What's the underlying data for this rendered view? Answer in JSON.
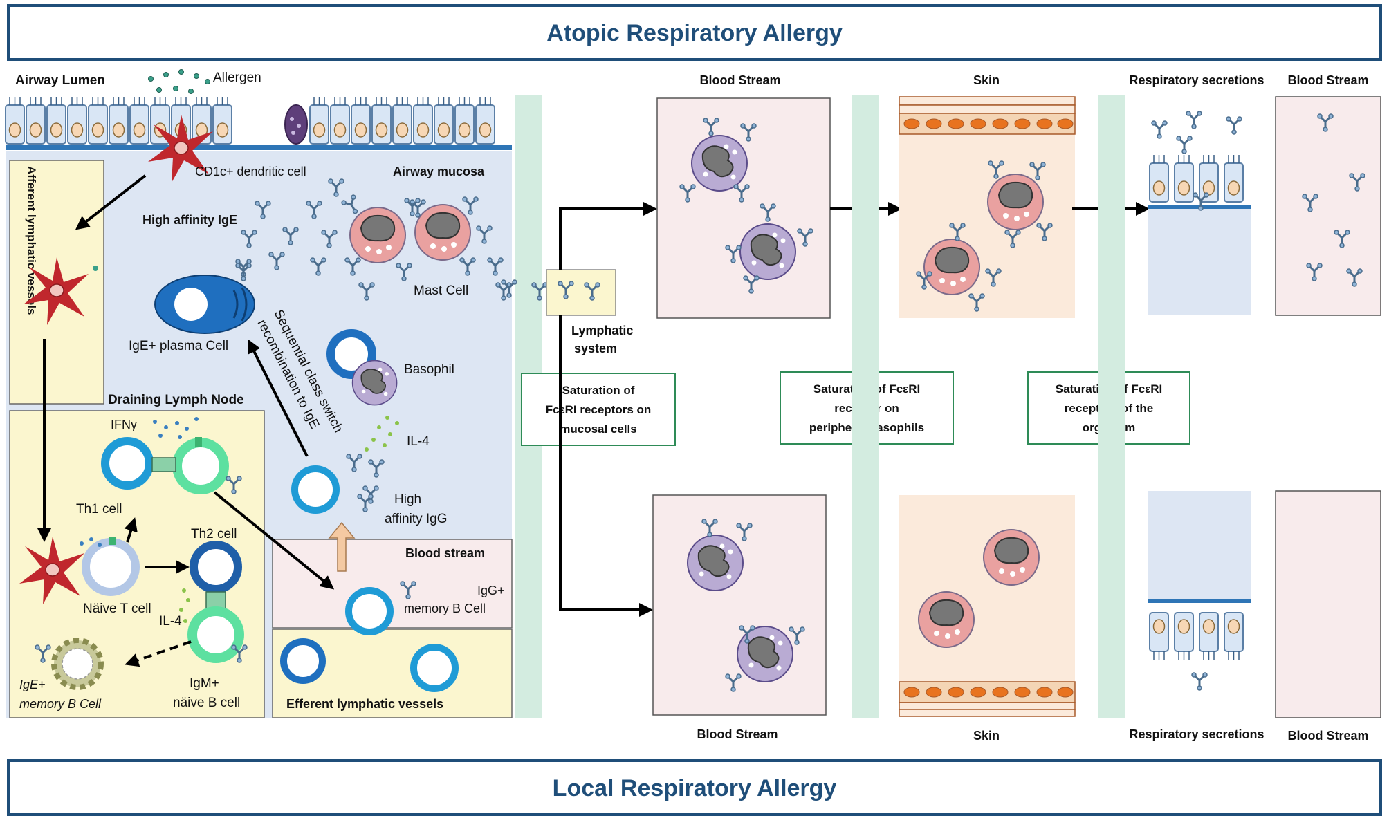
{
  "banners": {
    "top": "Atopic Respiratory Allergy",
    "bottom": "Local Respiratory Allergy"
  },
  "mucosa": {
    "airway_lumen": "Airway Lumen",
    "allergen": "Allergen",
    "dendritic_cell": "CD1c+ dendritic cell",
    "airway_mucosa": "Airway mucosa",
    "high_affinity_ige": "High affinity IgE",
    "mast_cell": "Mast Cell",
    "plasma_cell": "IgE+ plasma Cell",
    "class_switch_line1": "Sequential class switch",
    "class_switch_line2": "recombination to IgE",
    "basophil": "Basophil",
    "il4_top": "IL-4",
    "high_affinity_igg_line1": "High",
    "high_affinity_igg_line2": "affinity IgG",
    "afferent": "Afferent lymphatic vessels",
    "blood_stream": "Blood stream",
    "igg_memory_line1": "IgG+",
    "igg_memory_line2": "memory B Cell",
    "efferent": "Efferent lymphatic vessels"
  },
  "lymph_node": {
    "title": "Draining Lymph Node",
    "ifn": "IFNγ",
    "th1": "Th1 cell",
    "th2": "Th2 cell",
    "naive_t": "Näive T cell",
    "il4": "IL-4",
    "ige_memory_line1": "IgE+",
    "ige_memory_line2": "memory B Cell",
    "igm_line1": "IgM+",
    "igm_line2": "näive B cell"
  },
  "lymphatic_system": {
    "line1": "Lymphatic",
    "line2": "system"
  },
  "saturation": {
    "box1": [
      "Saturation of",
      "FcεRI receptors on",
      "mucosal cells"
    ],
    "box2": [
      "Saturation of FcεRI",
      "receptor on",
      "peripheral basophils"
    ],
    "box3": [
      "Saturation of FcεRI",
      "receptors of the",
      "organism"
    ]
  },
  "columns": {
    "top": {
      "blood": "Blood Stream",
      "skin": "Skin",
      "resp": "Respiratory secretions",
      "blood2": "Blood Stream"
    },
    "bottom": {
      "blood": "Blood Stream",
      "skin": "Skin",
      "resp": "Respiratory secretions",
      "blood2": "Blood Stream"
    }
  },
  "colors": {
    "banner_text": "#1f4e79",
    "banner_border": "#1f4e79",
    "mucosa": "#dde6f3",
    "lymph_yellow": "#fbf6cf",
    "blood_pink": "#f8ebec",
    "skin_peach": "#fbeadb",
    "green_bar": "#d3ece0",
    "green_border": "#2e8b57",
    "dc_red": "#c0272d",
    "mast_pink": "#e9a1a0",
    "basophil_purple": "#b9abd3",
    "cell_blue": "#2e75b6",
    "antibody_blue": "#4a6c8c"
  }
}
